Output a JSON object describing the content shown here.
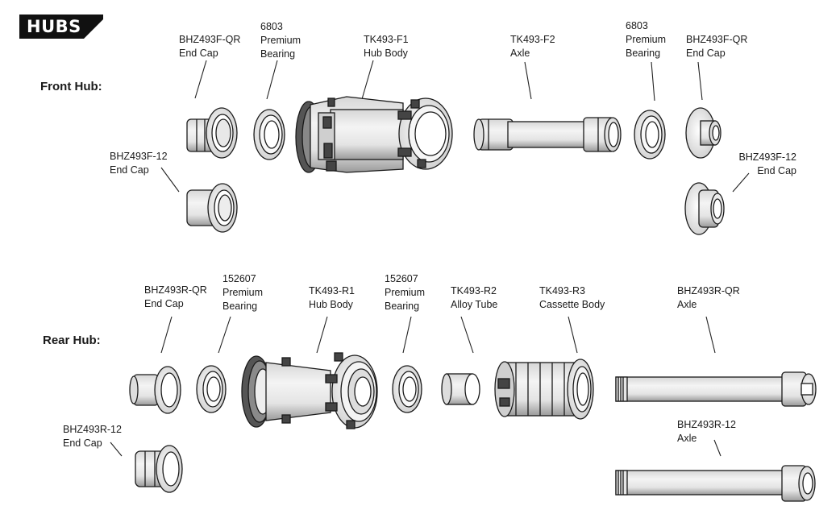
{
  "header": {
    "badge": "HUBS"
  },
  "front_hub": {
    "title": "Front Hub:",
    "parts": [
      {
        "code": "BHZ493F-QR",
        "name": "End Cap"
      },
      {
        "code": "6803",
        "name_line1": "Premium",
        "name_line2": "Bearing"
      },
      {
        "code": "TK493-F1",
        "name": "Hub Body"
      },
      {
        "code": "TK493-F2",
        "name": "Axle"
      },
      {
        "code": "6803",
        "name_line1": "Premium",
        "name_line2": "Bearing"
      },
      {
        "code": "BHZ493F-QR",
        "name": "End Cap"
      },
      {
        "code": "BHZ493F-12",
        "name": "End Cap"
      },
      {
        "code": "BHZ493F-12",
        "name": "End Cap"
      }
    ]
  },
  "rear_hub": {
    "title": "Rear Hub:",
    "parts": [
      {
        "code": "BHZ493R-QR",
        "name": "End Cap"
      },
      {
        "code": "152607",
        "name_line1": "Premium",
        "name_line2": "Bearing"
      },
      {
        "code": "TK493-R1",
        "name": "Hub Body"
      },
      {
        "code": "152607",
        "name_line1": "Premium",
        "name_line2": "Bearing"
      },
      {
        "code": "TK493-R2",
        "name": "Alloy Tube"
      },
      {
        "code": "TK493-R3",
        "name": "Cassette Body"
      },
      {
        "code": "BHZ493R-QR",
        "name": "Axle"
      },
      {
        "code": "BHZ493R-12",
        "name": "End Cap"
      },
      {
        "code": "BHZ493R-12",
        "name": "Axle"
      }
    ]
  }
}
